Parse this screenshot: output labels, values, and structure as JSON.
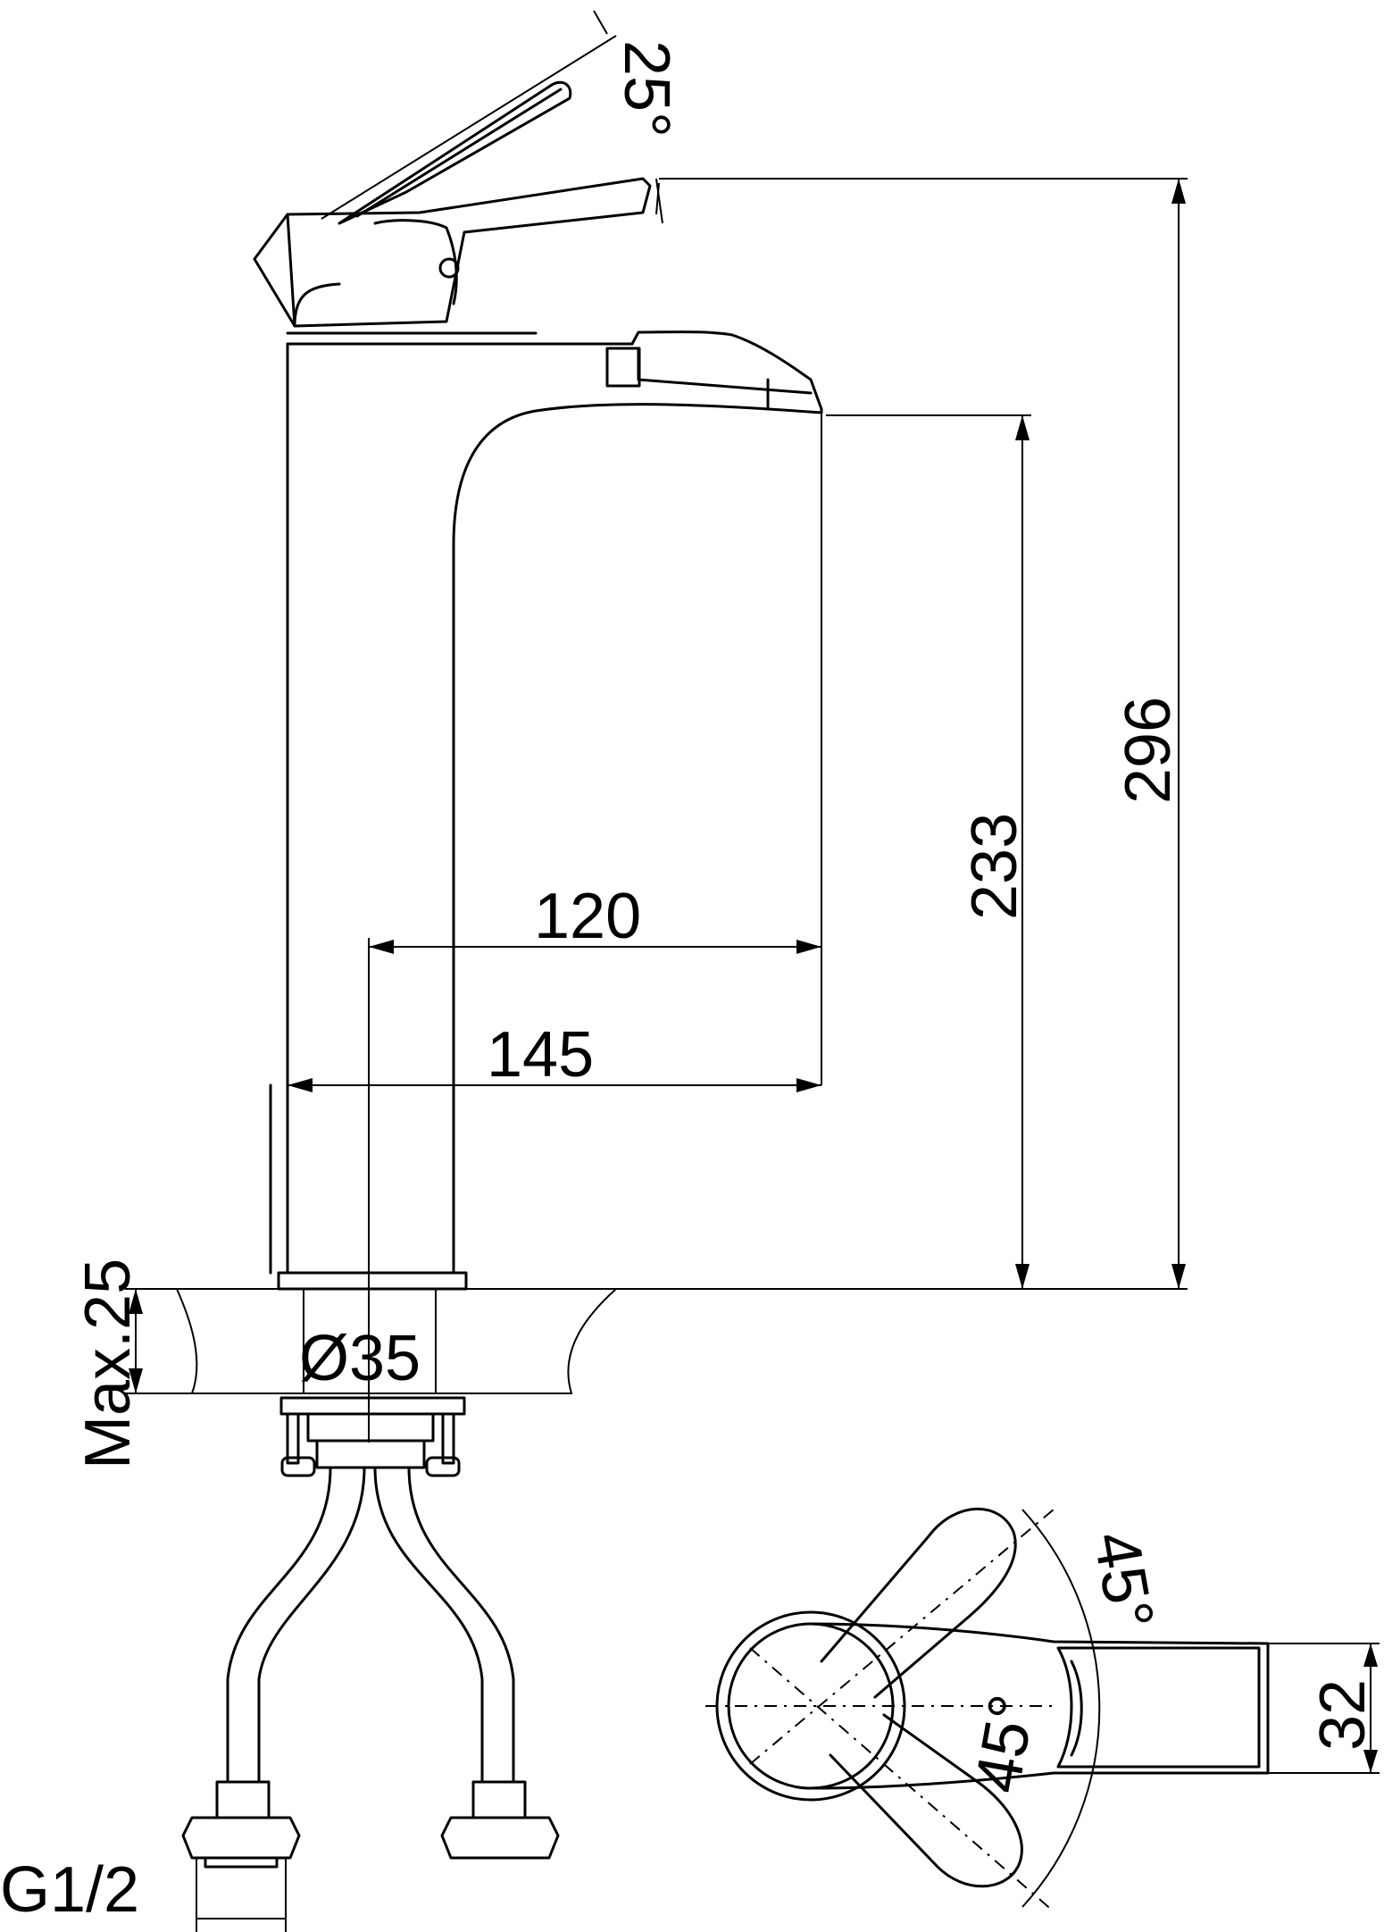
{
  "dimensions": {
    "handle_tilt_angle": "25°",
    "total_height": "296",
    "spout_height": "233",
    "spout_reach_axis": "120",
    "spout_reach_total": "145",
    "max_deck_thickness": "Max.25",
    "mounting_hole_diameter": "Ø35",
    "connection_thread": "G1/2",
    "handle_rotation_upper": "45°",
    "handle_rotation_lower": "45°",
    "spout_width": "32"
  }
}
